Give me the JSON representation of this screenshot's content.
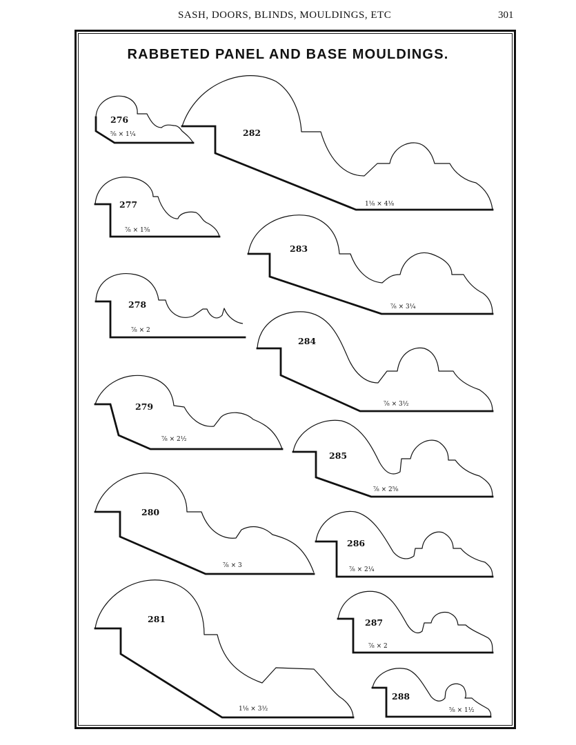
{
  "page": {
    "running_head": "SASH, DOORS, BLINDS, MOULDINGS, ETC",
    "page_number": "301",
    "title": "RABBETED PANEL AND BASE MOULDINGS."
  },
  "mouldings": [
    {
      "number": "276",
      "size": "⅝ × 1¼"
    },
    {
      "number": "277",
      "size": "⅞ × 1⅝"
    },
    {
      "number": "278",
      "size": "⅞ × 2"
    },
    {
      "number": "279",
      "size": "⅞ × 2½"
    },
    {
      "number": "280",
      "size": "⅞ × 3"
    },
    {
      "number": "281",
      "size": "1⅛ × 3½"
    },
    {
      "number": "282",
      "size": "1⅛ × 4⅛"
    },
    {
      "number": "283",
      "size": "⅞ × 3¼"
    },
    {
      "number": "284",
      "size": "⅞ × 3½"
    },
    {
      "number": "285",
      "size": "⅞ × 2⅝"
    },
    {
      "number": "286",
      "size": "⅞ × 2¼"
    },
    {
      "number": "287",
      "size": "⅞ × 2"
    },
    {
      "number": "288",
      "size": "⅝ × 1½"
    }
  ]
}
